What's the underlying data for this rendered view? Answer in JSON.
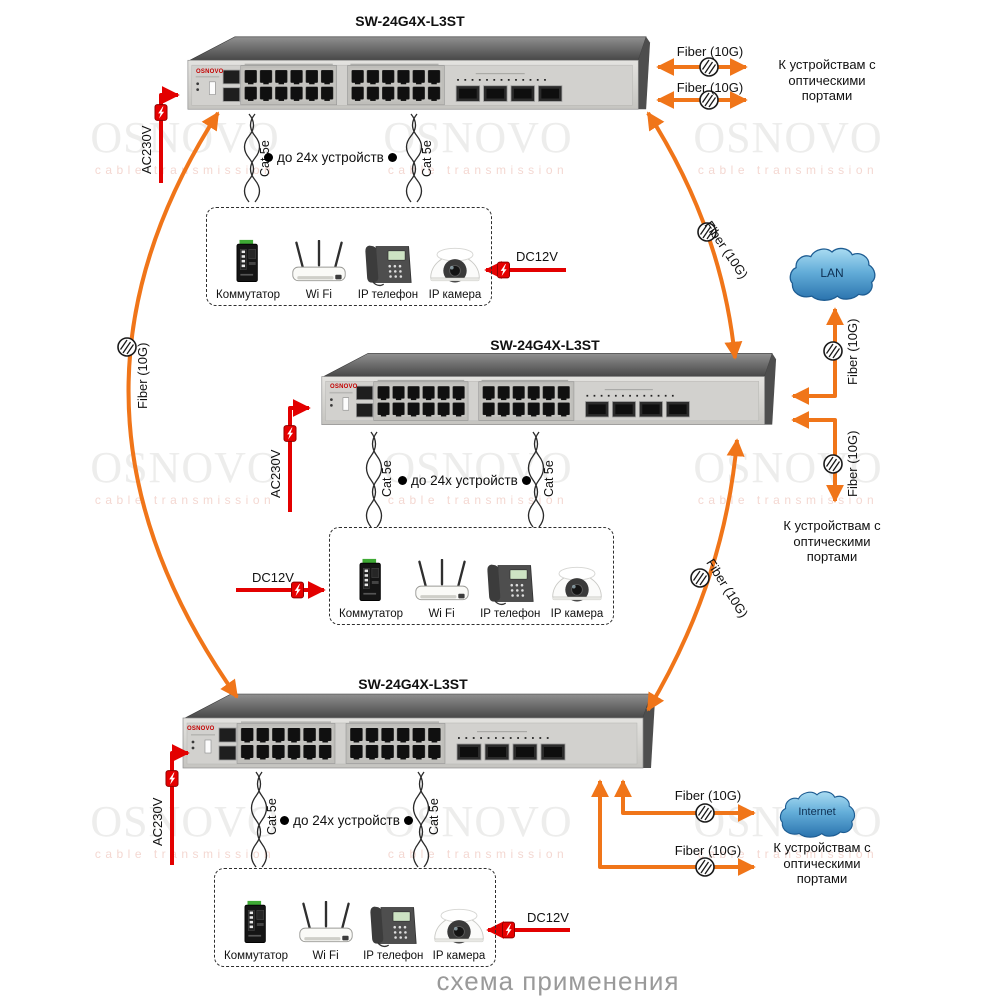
{
  "page": {
    "caption": "схема применения"
  },
  "watermark": {
    "title": "OSNOVO",
    "subtitle": "cable transmission"
  },
  "switch": {
    "model": "SW-24G4X-L3ST",
    "brand": "OSNOVO"
  },
  "labels": {
    "fiber": "Fiber (10G)",
    "cat": "Cat 5e",
    "devices_count": "до 24x устройств",
    "optical": "К устройствам с\nоптическими\nпортами",
    "ac": "AC230V",
    "dc": "DC12V"
  },
  "clouds": {
    "lan": "LAN",
    "internet": "Internet"
  },
  "device_group": {
    "commutator": "Коммутатор",
    "wifi": "Wi Fi",
    "phone": "IP телефон",
    "camera": "IP камера"
  }
}
